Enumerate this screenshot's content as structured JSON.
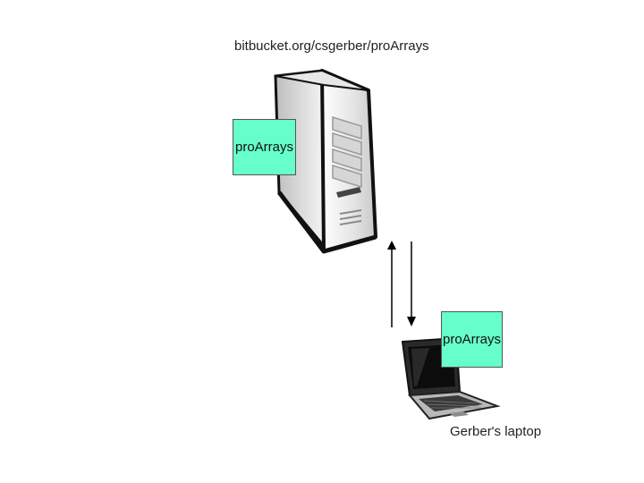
{
  "server": {
    "url": "bitbucket.org/csgerber/proArrays",
    "repo_label": "proArrays",
    "icon": "server-tower-icon"
  },
  "laptop": {
    "repo_label": "proArrays",
    "caption": "Gerber's laptop",
    "icon": "laptop-icon"
  },
  "sync": {
    "icons": [
      "arrow-up-icon",
      "arrow-down-icon"
    ]
  },
  "colors": {
    "repo_box_fill": "#66ffcc",
    "background": "#ffffff"
  }
}
